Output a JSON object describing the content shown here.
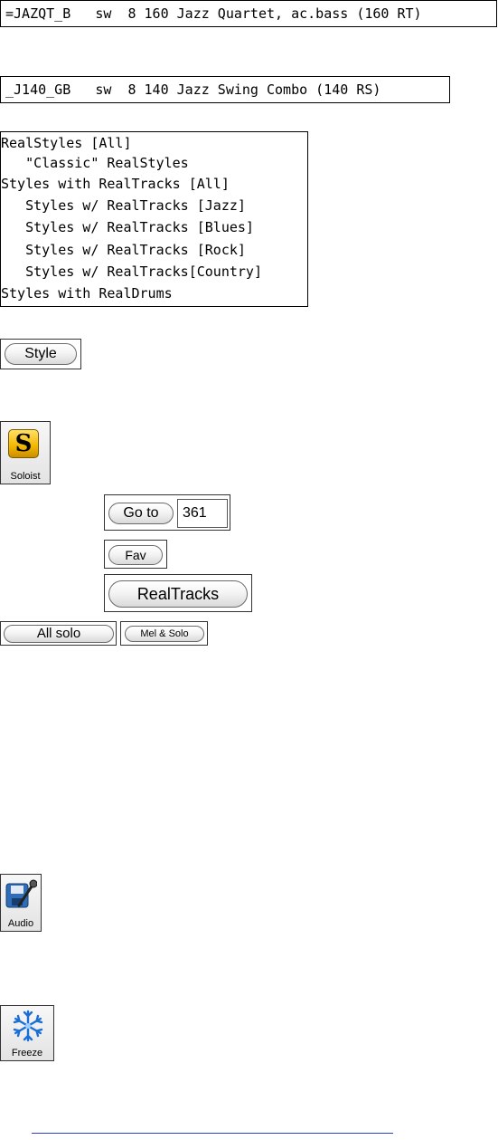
{
  "style_lines": {
    "jazz_quartet": "=JAZQT_B   sw  8 160 Jazz Quartet, ac.bass (160 RT)",
    "jazz_swing_combo": "_J140_GB   sw  8 140 Jazz Swing Combo (140 RS)"
  },
  "style_menu": {
    "items": [
      "RealStyles [All]",
      "   \"Classic\" RealStyles",
      "Styles with RealTracks [All]",
      "   Styles w/ RealTracks [Jazz]",
      "   Styles w/ RealTracks [Blues]",
      "   Styles w/ RealTracks [Rock]",
      "   Styles w/ RealTracks[Country]",
      "Styles with RealDrums"
    ]
  },
  "buttons": {
    "style": "Style",
    "go_to": "Go to",
    "fav": "Fav",
    "realtracks": "RealTracks",
    "all_solo": "All solo",
    "mel_solo": "Mel & Solo"
  },
  "go_to_value": "361",
  "toolbar": {
    "soloist_label": "Soloist",
    "soloist_letter": "S",
    "audio_label": "Audio",
    "freeze_label": "Freeze"
  },
  "icons": {
    "soloist": "soloist-icon",
    "audio": "audio-icon",
    "freeze": "snowflake-icon"
  },
  "colors": {
    "link": "#2a3fd1",
    "soloist_gold": "#f2b600",
    "freeze_blue": "#1a6fd6"
  }
}
